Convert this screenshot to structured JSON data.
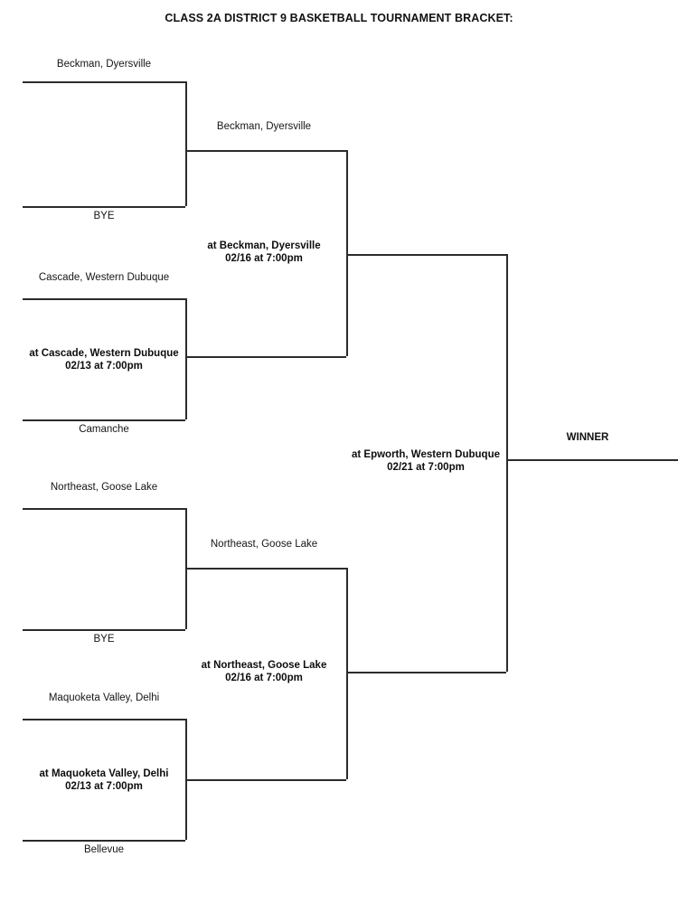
{
  "title": "CLASS 2A DISTRICT 9 BASKETBALL TOURNAMENT BRACKET:",
  "bracket": {
    "round1": [
      {
        "top_team": "Beckman, Dyersville",
        "bottom_team": "BYE",
        "game_site": "",
        "game_datetime": ""
      },
      {
        "top_team": "Cascade, Western Dubuque",
        "bottom_team": "Camanche",
        "game_site": "at Cascade, Western Dubuque",
        "game_datetime": "02/13 at 7:00pm"
      },
      {
        "top_team": "Northeast, Goose Lake",
        "bottom_team": "BYE",
        "game_site": "",
        "game_datetime": ""
      },
      {
        "top_team": "Maquoketa Valley, Delhi",
        "bottom_team": "Bellevue",
        "game_site": "at Maquoketa Valley, Delhi",
        "game_datetime": "02/13 at 7:00pm"
      }
    ],
    "round2": [
      {
        "advancing_team": "Beckman, Dyersville",
        "game_site": "at Beckman, Dyersville",
        "game_datetime": "02/16 at 7:00pm"
      },
      {
        "advancing_team": "Northeast, Goose Lake",
        "game_site": "at Northeast, Goose Lake",
        "game_datetime": "02/16 at 7:00pm"
      }
    ],
    "final": {
      "game_site": "at Epworth, Western Dubuque",
      "game_datetime": "02/21 at 7:00pm"
    },
    "winner": {
      "label": "WINNER"
    }
  }
}
